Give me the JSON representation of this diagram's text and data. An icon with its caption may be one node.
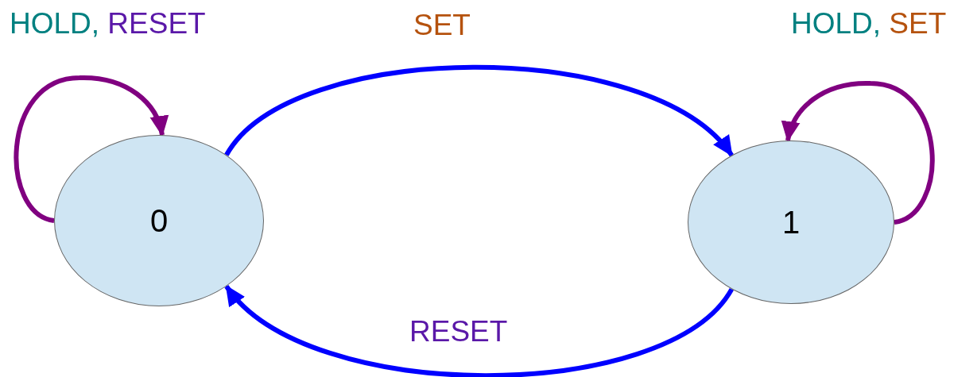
{
  "diagram": {
    "nodes": [
      {
        "text": [
          "0"
        ]
      },
      {
        "text": [
          "1"
        ]
      }
    ],
    "edges": [
      {
        "from": 0,
        "to": 0,
        "arrow": "to",
        "label": "HOLD, RESET",
        "color": "#800080"
      },
      {
        "from": 0,
        "to": 1,
        "arrow": "to",
        "label": "SET",
        "color": "#0000ff"
      },
      {
        "from": 1,
        "to": 1,
        "arrow": "to",
        "label": "HOLD, SET",
        "color": "#800080"
      },
      {
        "from": 1,
        "to": 0,
        "arrow": "to",
        "label": "RESET",
        "color": "#0000ff"
      }
    ]
  }
}
